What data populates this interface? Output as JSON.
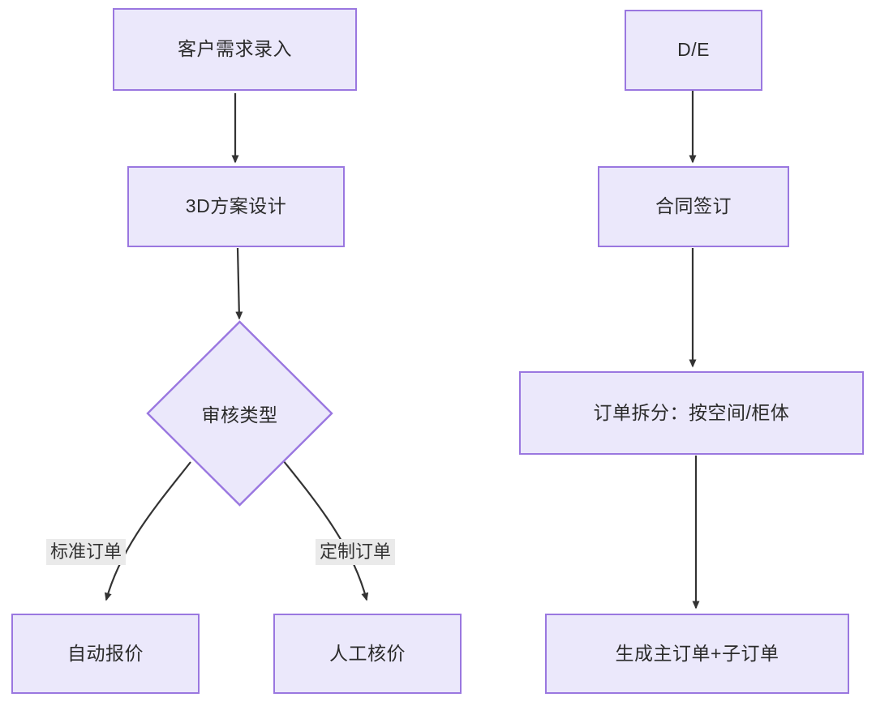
{
  "diagram": {
    "type": "flowchart",
    "direction": "top-down",
    "theme": {
      "node_fill": "#ebe8fb",
      "node_border": "#9a77e0",
      "node_text": "#2b2b2b",
      "edge_stroke": "#333333",
      "edge_label_bg": "#eaeaea",
      "background": "#ffffff"
    },
    "columns": [
      {
        "name": "left-flow",
        "nodes": [
          {
            "id": "n1",
            "shape": "rect",
            "label": "客户需求录入"
          },
          {
            "id": "n2",
            "shape": "rect",
            "label": "3D方案设计"
          },
          {
            "id": "n3",
            "shape": "diamond",
            "label": "审核类型"
          },
          {
            "id": "n4",
            "shape": "rect",
            "label": "自动报价"
          },
          {
            "id": "n5",
            "shape": "rect",
            "label": "人工核价"
          }
        ],
        "edges": [
          {
            "from": "n1",
            "to": "n2",
            "label": ""
          },
          {
            "from": "n2",
            "to": "n3",
            "label": ""
          },
          {
            "from": "n3",
            "to": "n4",
            "label": "标准订单"
          },
          {
            "from": "n3",
            "to": "n5",
            "label": "定制订单"
          }
        ]
      },
      {
        "name": "right-flow",
        "nodes": [
          {
            "id": "m1",
            "shape": "rect",
            "label": "D/E"
          },
          {
            "id": "m2",
            "shape": "rect",
            "label": "合同签订"
          },
          {
            "id": "m3",
            "shape": "rect",
            "label": "订单拆分：按空间/柜体"
          },
          {
            "id": "m4",
            "shape": "rect",
            "label": "生成主订单+子订单"
          }
        ],
        "edges": [
          {
            "from": "m1",
            "to": "m2",
            "label": ""
          },
          {
            "from": "m2",
            "to": "m3",
            "label": ""
          },
          {
            "from": "m3",
            "to": "m4",
            "label": ""
          }
        ]
      }
    ]
  }
}
